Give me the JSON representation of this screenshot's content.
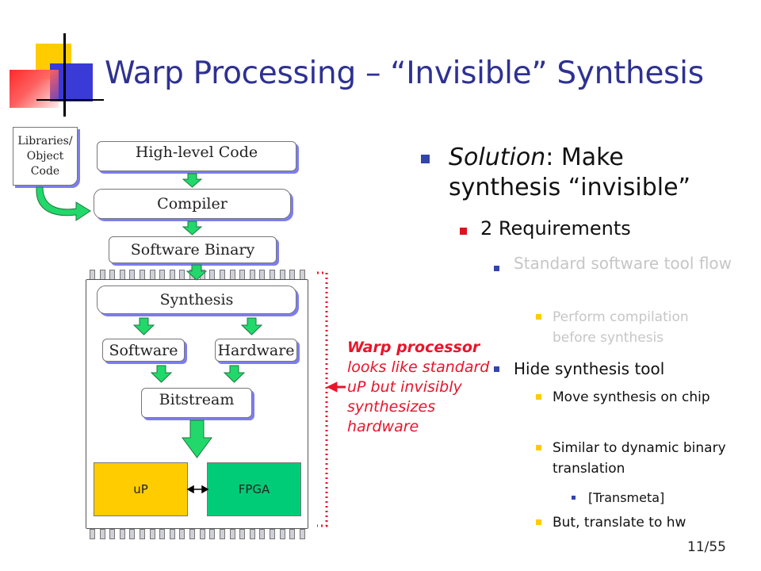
{
  "slide": {
    "title": "Warp Processing – “Invisible” Synthesis",
    "page_number": "11/55"
  },
  "flow": {
    "libraries_line1": "Libraries/",
    "libraries_line2": "Object",
    "libraries_line3": "Code",
    "high_level_code": "High-level Code",
    "compiler": "Compiler",
    "software_binary": "Software Binary",
    "synthesis": "Synthesis",
    "software": "Software",
    "hardware": "Hardware",
    "bitstream": "Bitstream",
    "up": "uP",
    "fpga": "FPGA"
  },
  "callout": {
    "bold": "Warp processor",
    "rest": "looks like standard uP but invisibly synthesizes hardware"
  },
  "bullets": {
    "solution_label": "Solution",
    "solution_text": ": Make synthesis “invisible”",
    "requirements": "2 Requirements",
    "standard_flow": "Standard software tool flow",
    "perform_compilation": "Perform compilation before synthesis",
    "hide_tool": "Hide synthesis tool",
    "move_on_chip": "Move synthesis on chip",
    "similar_dbt": "Similar to dynamic binary translation",
    "transmeta": "[Transmeta]",
    "translate_hw": "But, translate to hw"
  },
  "colors": {
    "title": "#2e3192",
    "accent": "#e8152b",
    "up": "#ffcc00",
    "fpga": "#00cc77",
    "arrow_green": "#22d86a",
    "bullet_blue": "#3344aa",
    "bullet_red": "#dd1122",
    "bullet_yellow": "#ffcc00",
    "dimmed": "#c6c6c6"
  }
}
